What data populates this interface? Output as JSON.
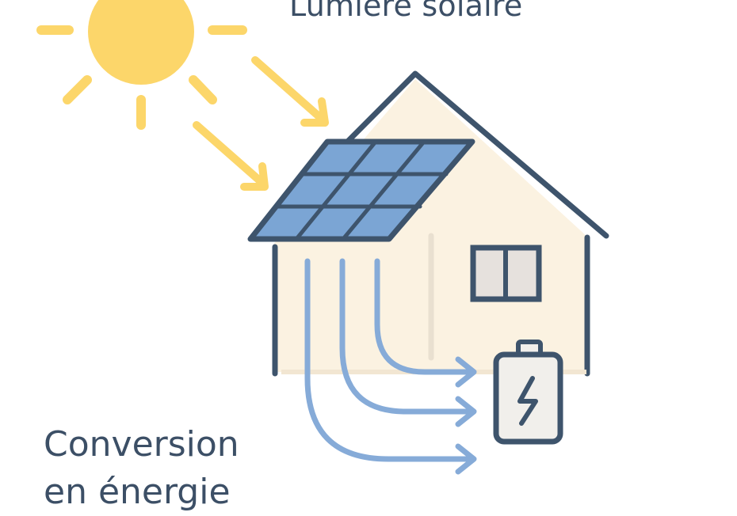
{
  "labels": {
    "top": "Lumière solaire",
    "bottom_line1": "Conversion",
    "bottom_line2": "en énergie"
  },
  "colors": {
    "sun": "#fcd66a",
    "outline": "#3e546c",
    "house_fill": "#fbf2e1",
    "panel": "#7ba5d4",
    "window_glass": "#e6e1dd",
    "flow": "#86abd8",
    "battery_fill": "#f1efeb"
  },
  "icons": [
    "sun-icon",
    "house-icon",
    "solar-panel-icon",
    "battery-icon",
    "lightning-icon"
  ]
}
